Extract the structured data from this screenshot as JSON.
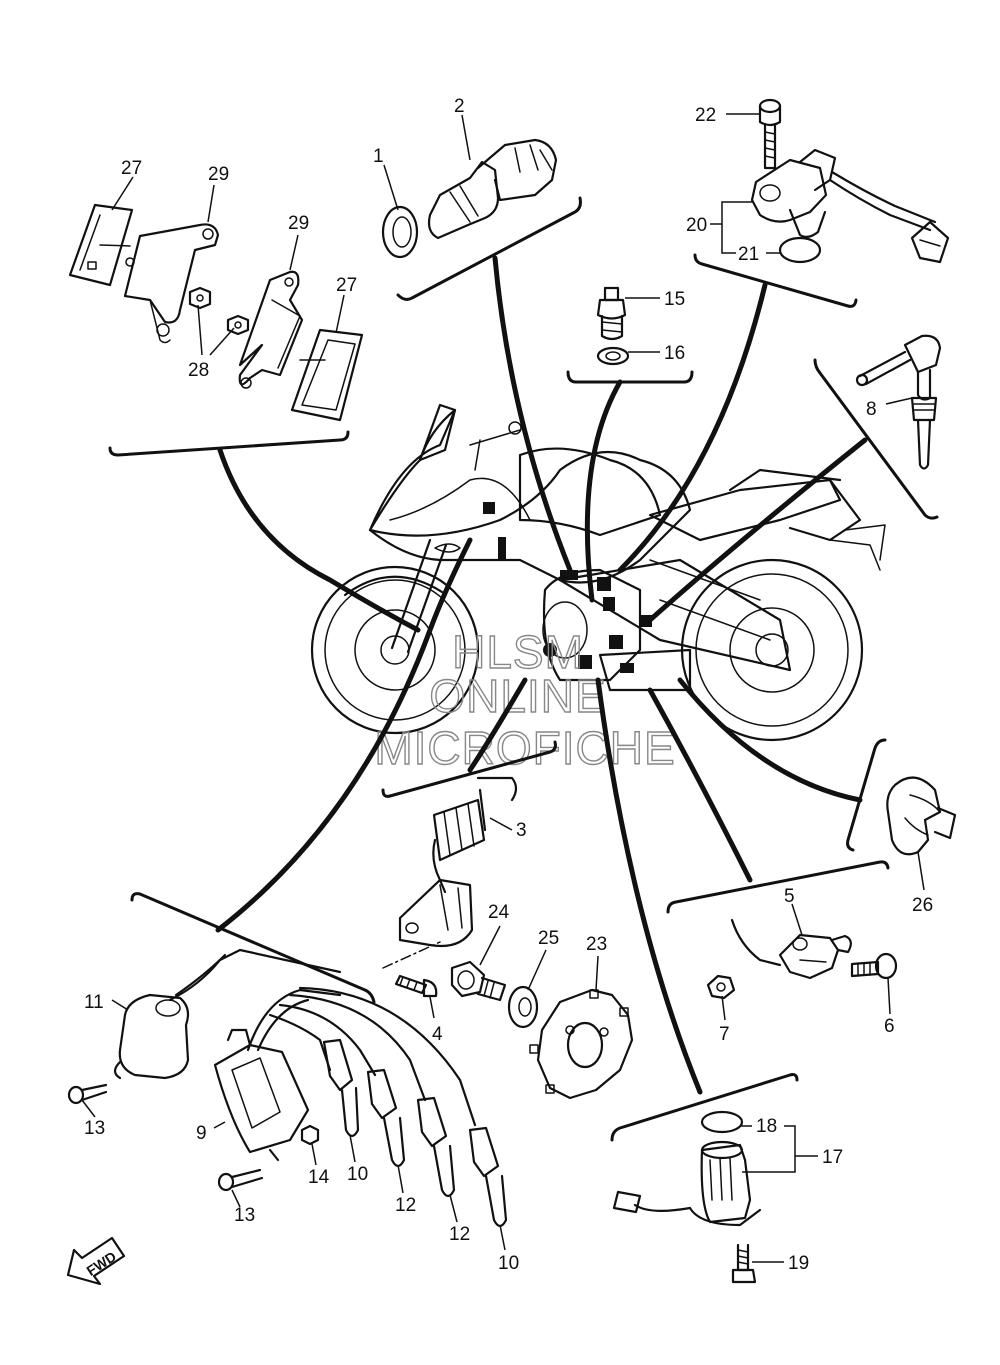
{
  "watermark": {
    "line1": "HLSM",
    "line2": "ONLINE",
    "line3": "MICROFICHE"
  },
  "direction_label": "FWD",
  "callouts": {
    "c1": "1",
    "c2": "2",
    "c3": "3",
    "c4": "4",
    "c5": "5",
    "c6": "6",
    "c7": "7",
    "c8": "8",
    "c9": "9",
    "c10a": "10",
    "c10b": "10",
    "c11": "11",
    "c12a": "12",
    "c12b": "12",
    "c13a": "13",
    "c13b": "13",
    "c14": "14",
    "c15": "15",
    "c16": "16",
    "c17": "17",
    "c18": "18",
    "c19": "19",
    "c20": "20",
    "c21": "21",
    "c22": "22",
    "c23": "23",
    "c24": "24",
    "c25": "25",
    "c26": "26",
    "c27a": "27",
    "c27b": "27",
    "c28": "28",
    "c29a": "29",
    "c29b": "29"
  },
  "colors": {
    "line": "#111111",
    "watermark": "#888888",
    "background": "#ffffff"
  }
}
